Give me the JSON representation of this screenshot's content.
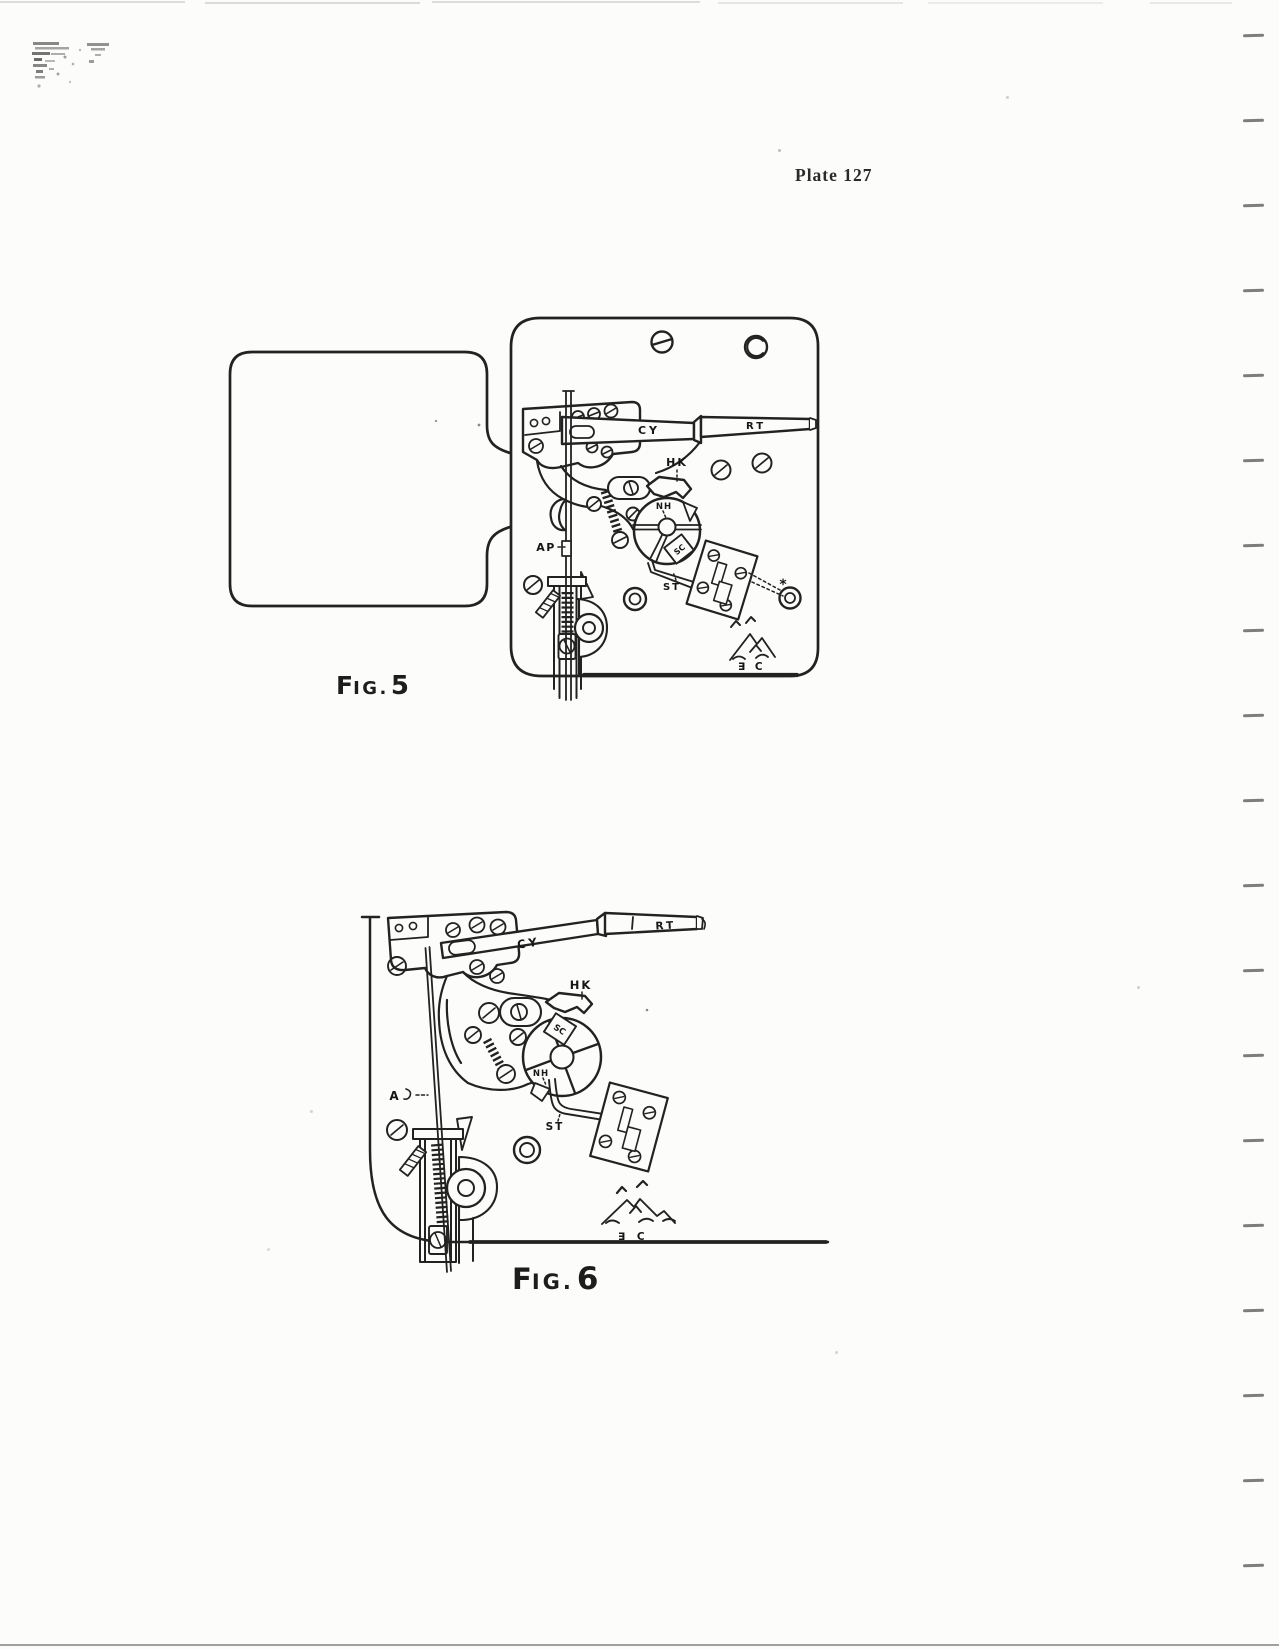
{
  "document": {
    "plate_label": "Plate 127",
    "figure5": {
      "caption": {
        "prefix": "F",
        "mid": "IG.",
        "number": "5"
      },
      "labels": {
        "cy": "CY",
        "rt": "RT",
        "hk": "HK",
        "nh": "NH",
        "sc": "SC",
        "st": "ST",
        "ap": "AP",
        "asterisk": "*",
        "artist_mark": "∃ C"
      }
    },
    "figure6": {
      "caption": {
        "prefix": "F",
        "mid": "IG.",
        "number": "6"
      },
      "labels": {
        "cy": "CY",
        "rt": "RT",
        "hk": "HK",
        "nh": "NH",
        "sc": "SC",
        "st": "ST",
        "a": "A",
        "artist_mark": "∃ C"
      }
    },
    "colors": {
      "ink": "#1f1f1f",
      "paper": "#fcfcfa",
      "margin_dash": "#666666",
      "page_edge": "#9b9b9b"
    }
  }
}
